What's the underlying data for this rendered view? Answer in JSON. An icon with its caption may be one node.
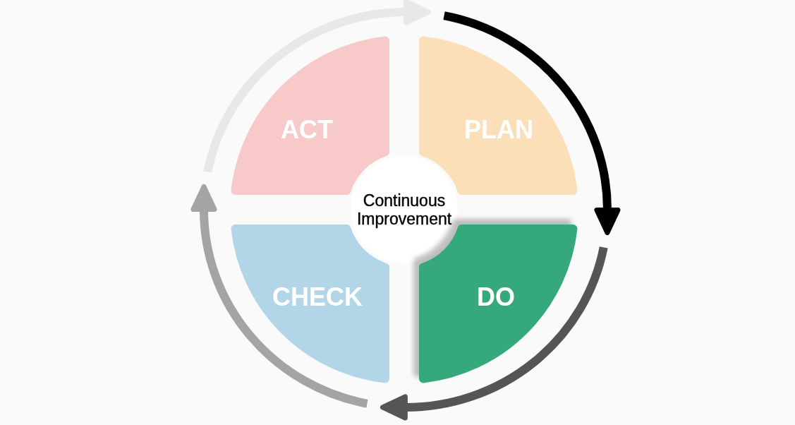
{
  "diagram": {
    "nodes": [
      {
        "text": [
          "ACT"
        ]
      },
      {
        "text": [
          "PLAN"
        ]
      },
      {
        "text": [
          "Continuous Improvement"
        ]
      },
      {
        "text": [
          "CHECK"
        ]
      },
      {
        "text": [
          "DO"
        ]
      }
    ]
  }
}
